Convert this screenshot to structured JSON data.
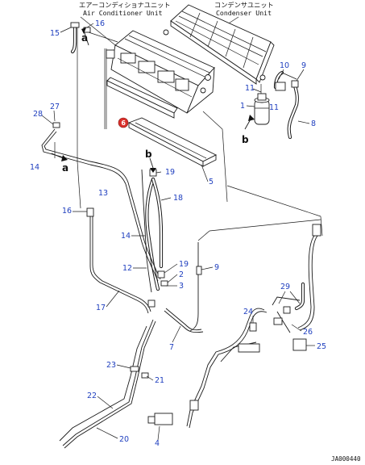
{
  "headers": {
    "ac_unit_jp": "エアーコンディショナユニット",
    "ac_unit_en": "Air Conditioner Unit",
    "condenser_jp": "コンデンサユニット",
    "condenser_en": "Condenser Unit"
  },
  "drawing_code": "JA000440",
  "callouts": [
    "15",
    "16",
    "10",
    "9",
    "11",
    "11",
    "1",
    "8",
    "27",
    "28",
    "14",
    "13",
    "19",
    "18",
    "5",
    "16",
    "14",
    "12",
    "19",
    "2",
    "3",
    "9",
    "17",
    "7",
    "29",
    "24",
    "26",
    "25",
    "23",
    "21",
    "22",
    "20",
    "4"
  ],
  "refs": [
    "a",
    "a",
    "b",
    "b"
  ],
  "badge": {
    "label": "6",
    "color": "#d9302b"
  },
  "callout_color": "#1f3fbf"
}
